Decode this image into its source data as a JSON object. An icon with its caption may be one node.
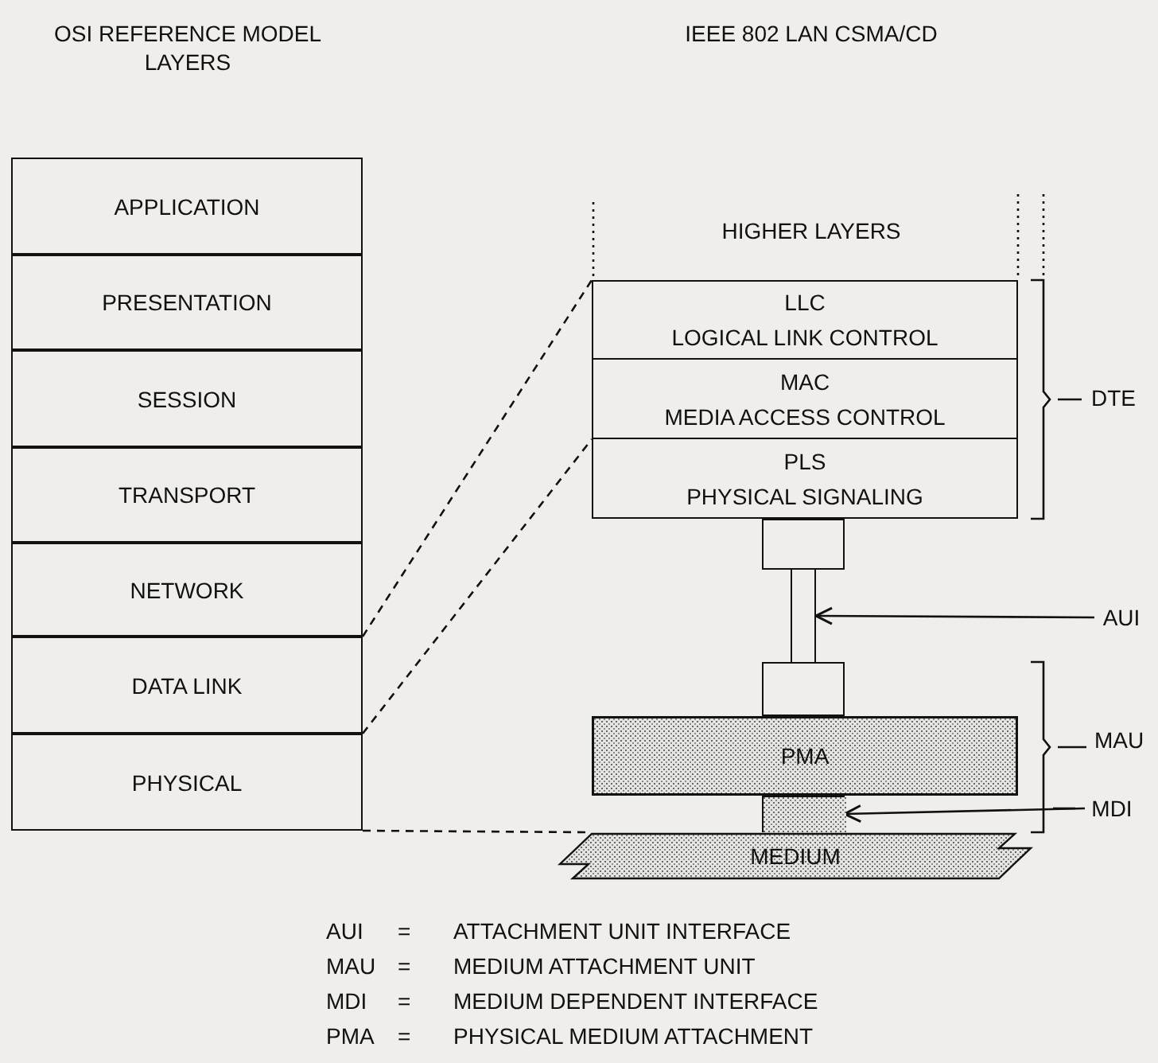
{
  "diagram": {
    "nodes": [
      {
        "text": [
          "APPLICATION"
        ]
      },
      {
        "text": [
          "PRESENTATION"
        ]
      },
      {
        "text": [
          "SESSION"
        ]
      },
      {
        "text": [
          "TRANSPORT"
        ]
      },
      {
        "text": [
          "NETWORK"
        ]
      },
      {
        "text": [
          "DATA LINK"
        ]
      },
      {
        "text": [
          "PHYSICAL"
        ]
      },
      {
        "text": [
          "LLC",
          "LOGICAL LINK CONTROL"
        ]
      },
      {
        "text": [
          "MAC",
          "MEDIA ACCESS CONTROL"
        ]
      },
      {
        "text": [
          "PLS",
          "PHYSICAL SIGNALING"
        ]
      },
      {
        "text": [],
        "shape": "box"
      },
      {
        "text": [],
        "shape": "bar"
      },
      {
        "text": [],
        "shape": "box"
      },
      {
        "text": [
          "PMA"
        ]
      },
      {
        "text": [],
        "shape": "box"
      },
      {
        "text": [
          "MEDIUM"
        ]
      },
      {
        "text": [
          "AUI"
        ]
      },
      {
        "text": [
          "MDI"
        ]
      }
    ],
    "edges": [
      {
        "from": 5,
        "to": 7,
        "arrow": "none",
        "style": "dashed"
      },
      {
        "from": 5,
        "to": 9,
        "arrow": "none",
        "style": "dashed"
      },
      {
        "from": 6,
        "to": 15,
        "arrow": "none",
        "style": "dashed"
      },
      {
        "from": 16,
        "to": 11,
        "arrow": "to"
      },
      {
        "from": 17,
        "to": 14,
        "arrow": "to"
      }
    ],
    "labels": [
      "OSI REFERENCE MODEL LAYERS",
      "IEEE 802 LAN CSMA/CD",
      "HIGHER LAYERS",
      "DTE",
      "MAU",
      "AUI",
      "=",
      "ATTACHMENT UNIT INTERFACE",
      "MAU",
      "=",
      "MEDIUM ATTACHMENT UNIT",
      "MDI",
      "=",
      "MEDIUM DEPENDENT INTERFACE",
      "PMA",
      "=",
      "PHYSICAL MEDIUM ATTACHMENT"
    ]
  }
}
